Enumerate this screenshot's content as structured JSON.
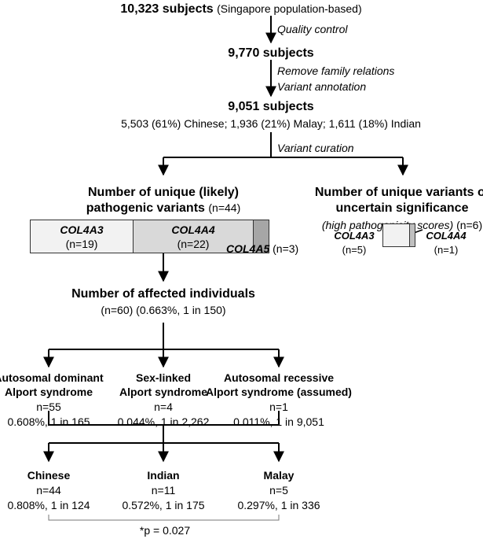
{
  "colors": {
    "box_light": "#f2f2f2",
    "box_mid": "#d9d9d9",
    "box_dark": "#a6a6a6",
    "line": "#000000"
  },
  "top": {
    "count": "10,323 subjects",
    "desc": "(Singapore population-based)"
  },
  "steps": {
    "quality_control": "Quality control",
    "remove_family": "Remove family relations",
    "variant_annotation": "Variant annotation",
    "variant_curation": "Variant curation"
  },
  "subjects2": "9,770 subjects",
  "subjects3": {
    "count": "9,051 subjects",
    "breakdown": "5,503 (61%) Chinese; 1,936 (21%) Malay; 1,611 (18%) Indian"
  },
  "pathogenic": {
    "line1": "Number of unique (likely)",
    "line2": "pathogenic variants",
    "n": "(n=44)"
  },
  "genes": {
    "col4a3": {
      "name": "COL4A3",
      "n": "(n=19)"
    },
    "col4a4": {
      "name": "COL4A4",
      "n": "(n=22)"
    },
    "col4a5": {
      "name": "COL4A5",
      "n": "(n=3)"
    }
  },
  "vus": {
    "line1": "Number of unique variants of",
    "line2": "uncertain significance",
    "sub": "(high pathogenicity scores)",
    "n": "(n=6)",
    "col4a3": {
      "name": "COL4A3",
      "n": "(n=5)"
    },
    "col4a4": {
      "name": "COL4A4",
      "n": "(n=1)"
    }
  },
  "affected": {
    "title": "Number of affected individuals",
    "stats": "(n=60) (0.663%, 1 in 150)"
  },
  "inheritance": [
    {
      "line1": "Autosomal dominant",
      "line2": "Alport syndrome",
      "n": "n=55",
      "stats": "0.608%, 1 in 165"
    },
    {
      "line1": "Sex-linked",
      "line2": "Alport syndrome",
      "n": "n=4",
      "stats": "0.044%, 1 in 2,262"
    },
    {
      "line1": "Autosomal recessive",
      "line2": "Alport syndrome (assumed)",
      "n": "n=1",
      "stats": "0.011%, 1 in 9,051"
    }
  ],
  "ethnicity": [
    {
      "name": "Chinese",
      "n": "n=44",
      "stats": "0.808%, 1 in 124"
    },
    {
      "name": "Indian",
      "n": "n=11",
      "stats": "0.572%, 1 in 175"
    },
    {
      "name": "Malay",
      "n": "n=5",
      "stats": "0.297%, 1 in 336"
    }
  ],
  "pvalue": "*p = 0.027"
}
